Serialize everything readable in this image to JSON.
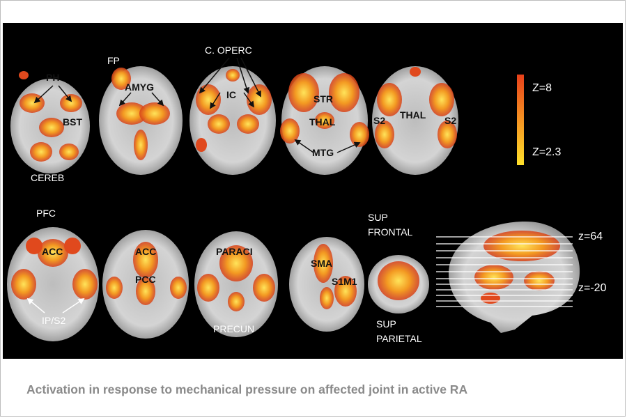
{
  "figure": {
    "top_row_labels": {
      "ph": "PH",
      "bst": "BST",
      "cereb": "CEREB",
      "fp": "FP",
      "amyg": "AMYG",
      "c_operc": "C. OPERC",
      "ic": "IC",
      "str": "STR",
      "thal_1": "THAL",
      "mtg": "MTG",
      "s2_left": "S2",
      "thal_2": "THAL",
      "s2_right": "S2"
    },
    "bottom_row_labels": {
      "pfc": "PFC",
      "acc_1": "ACC",
      "ip_s2": "IP/S2",
      "acc_2": "ACC",
      "pcc": "PCC",
      "paraci": "PARACI",
      "precun": "PRECUN",
      "sma": "SMA",
      "s1m1": "S1M1",
      "sup_frontal_1": "SUP",
      "sup_frontal_2": "FRONTAL",
      "sup_parietal_1": "SUP",
      "sup_parietal_2": "PARIETAL"
    },
    "scale": {
      "max_label": "Z=8",
      "min_label": "Z=2.3",
      "color_max": "#e8401a",
      "color_min": "#ffe02a"
    },
    "sagittal": {
      "top_label": "z=64",
      "bottom_label": "z=-20"
    }
  },
  "caption": "Activation in response to mechanical pressure on affected joint in active RA"
}
